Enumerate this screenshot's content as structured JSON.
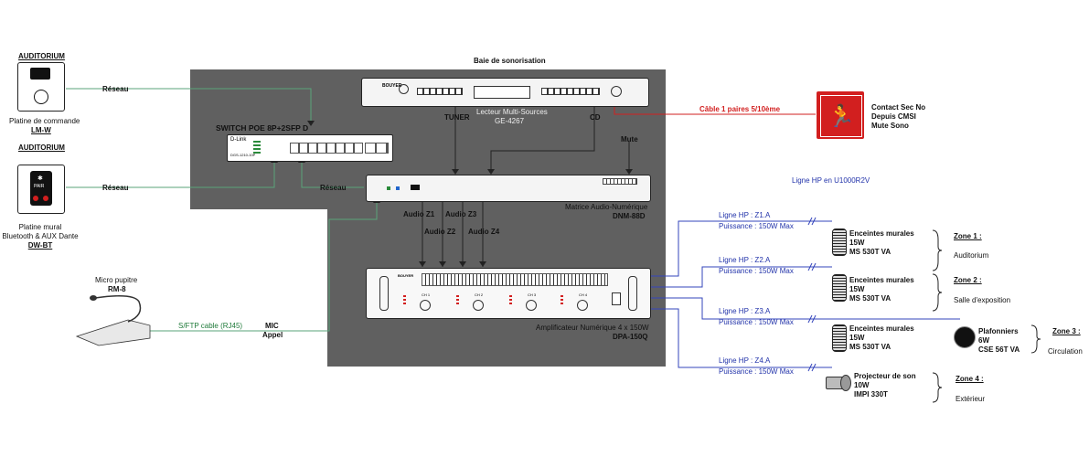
{
  "rack": {
    "title": "Baie de sonorisation"
  },
  "left": {
    "auditorium1": {
      "heading": "AUDITORIUM",
      "name": "Platine de commande",
      "model": "LM-W"
    },
    "auditorium2": {
      "heading": "AUDITORIUM",
      "name_line1": "Platine mural",
      "name_line2": "Bluetooth & AUX Dante",
      "model": "DW-BT",
      "pair_text": "PAIR"
    },
    "network1": "Réseau",
    "network2": "Réseau",
    "micro": {
      "name": "Micro pupitre",
      "model": "RM-8",
      "cable": "S/FTP cable (RJ45)",
      "input_line1": "MIC",
      "input_line2": "Appel"
    }
  },
  "rack_devices": {
    "switch": {
      "title": "SWITCH POE 8P+2SFP D",
      "brand": "D-Link",
      "ref": "DGS-1210-10P"
    },
    "player": {
      "name": "Lecteur Multi-Sources",
      "model": "GE-4267",
      "brand": "BOUYER",
      "out_tuner": "TUNER",
      "out_cd": "CD"
    },
    "matrix": {
      "name": "Matrice Audio-Numérique",
      "model": "DNM-88D",
      "network_label": "Réseau",
      "mute_label": "Mute"
    },
    "amp": {
      "name": "Amplificateur Numérique 4 x 150W",
      "model": "DPA-150Q",
      "brand": "BOUYER",
      "channels": [
        "CH 1",
        "CH 2",
        "CH 3",
        "CH 4"
      ]
    },
    "audio_links": [
      "Audio Z1",
      "Audio Z3",
      "Audio Z2",
      "Audio Z4"
    ]
  },
  "fire": {
    "cable": "Câble 1 paires 5/10ème",
    "contact_line1": "Contact Sec No",
    "contact_line2": "Depuis CMSI",
    "contact_line3": "Mute Sono"
  },
  "hp_line_type": "Ligne HP en U1000R2V",
  "zones": [
    {
      "line": "Ligne HP :  Z1.A",
      "power": "Puissance : 150W Max",
      "spk_line1": "Enceintes murales",
      "spk_line2": "15W",
      "spk_line3": "MS 530T VA",
      "zone": "Zone 1 :",
      "zone_name": "Auditorium"
    },
    {
      "line": "Ligne HP :  Z2.A",
      "power": "Puissance : 150W Max",
      "spk_line1": "Enceintes murales",
      "spk_line2": "15W",
      "spk_line3": "MS 530T VA",
      "zone": "Zone 2 :",
      "zone_name": "Salle d'exposition"
    },
    {
      "line": "Ligne HP :  Z3.A",
      "power": "Puissance : 150W Max",
      "spk_line1": "Enceintes murales",
      "spk_line2": "15W",
      "spk_line3": "MS 530T VA",
      "zone": "Zone 3 :",
      "zone_name": "Circulation"
    },
    {
      "line": "Ligne HP :  Z4.A",
      "power": "Puissance : 150W Max",
      "spk_line1": "Projecteur de son",
      "spk_line2": "10W",
      "spk_line3": "IMPI 330T",
      "zone": "Zone 4 :",
      "zone_name": "Extérieur"
    }
  ],
  "ceiling": {
    "line1": "Plafonniers",
    "line2": "6W",
    "line3": "CSE 56T VA"
  },
  "colors": {
    "rack_bg": "#606060",
    "network_line": "#5aa37a",
    "audio_line": "#222222",
    "hp_line": "#3344bb",
    "fire_red": "#d21f1f"
  }
}
